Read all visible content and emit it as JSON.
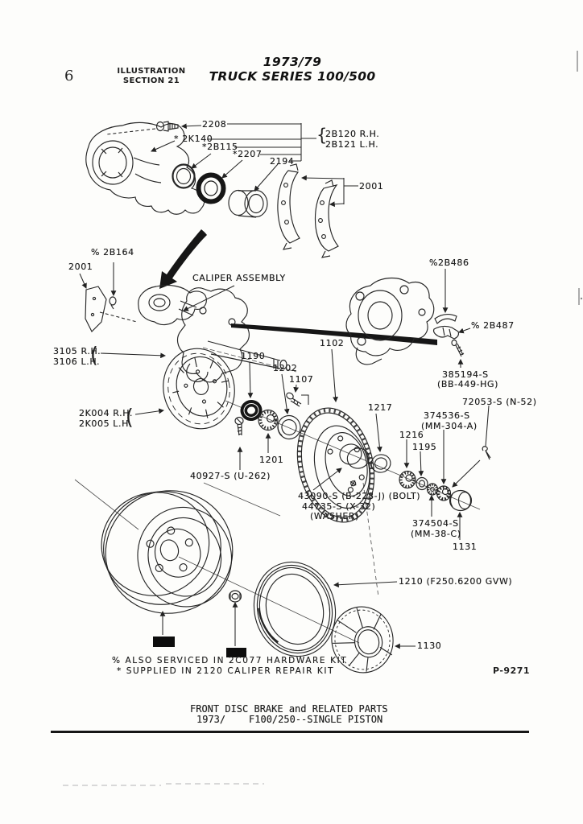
{
  "page": {
    "number": "6",
    "section": {
      "line1": "ILLUSTRATION",
      "line2": "SECTION 21"
    },
    "title": {
      "line1": "1973/79",
      "line2": "TRUCK SERIES 100/500"
    },
    "plate_number": "P-9271",
    "caption": {
      "line1": "FRONT DISC BRAKE and RELATED PARTS",
      "line2": "1973/    F100/250--SINGLE PISTON"
    }
  },
  "footnotes": {
    "hardware_kit": "% ALSO SERVICED IN 2C077 HARDWARE KIT",
    "repair_kit": "* SUPPLIED IN 2120 CALIPER REPAIR KIT"
  },
  "callouts": {
    "bleeder_screw": "2208",
    "caliper_key": "* 2K140",
    "dust_boot": "*2B115",
    "piston_seal": "*2207",
    "piston": "2194",
    "shoe_rh": "2B120 R.H.",
    "shoe_lh": "2B121 L.H.",
    "pads": "2001",
    "clip": "% 2B164",
    "shield_gasket": "2001",
    "caliper_assembly": "CALIPER ASSEMBLY",
    "key_upper": "%2B486",
    "key_lower": "% 2B487",
    "spindle_rh": "3105 R.H.",
    "spindle_lh": "3106 L.H.",
    "hub_and_rotor": "1102",
    "grease_seal": "1190",
    "inner_bearing_cup": "1202",
    "hub_bolt": "1107",
    "caliper_screw": "385194-S",
    "caliper_screw_ref": "(BB-449-HG)",
    "outer_bearing_cup": "1217",
    "cotter_pin": "72053-S (N-52)",
    "shield_rh": "2K004 R.H.",
    "shield_lh": "2K005 L.H.",
    "adjusting_nut": "374536-S",
    "adjusting_nut_ref": "(MM-304-A)",
    "outer_bearing_cone": "1216",
    "washer": "1195",
    "inner_bearing_cone": "1201",
    "shield_bolt": "40927-S (U-262)",
    "wheel_bolt": "43090-S (B-228-J) (BOLT)",
    "wheel_washer": "44735-S (X-32)",
    "wheel_washer2": "(WASHER)",
    "nut_lock": "374504-S",
    "nut_lock_ref": "(MM-38-C)",
    "grease_cap": "1131",
    "wheel": "1210 (F250.6200 GVW)",
    "hub_cap": "1130"
  },
  "glyphs": {
    "shoe_brace": "{",
    "spindle_brace": "(",
    "shield_brace": "("
  }
}
